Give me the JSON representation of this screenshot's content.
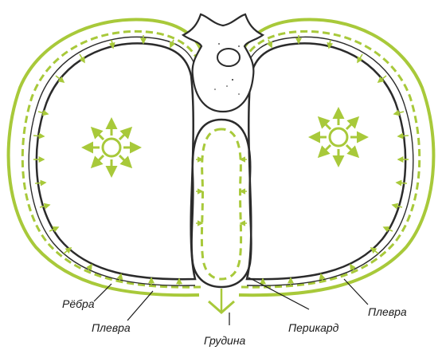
{
  "labels": {
    "ribs": "Рёбра",
    "pleura_left": "Плевра",
    "sternum": "Грудина",
    "pericardium": "Перикард",
    "pleura_right": "Плевра"
  },
  "colors": {
    "accent": "#a8c93a",
    "outline": "#2b2b2b",
    "background": "#ffffff"
  },
  "icons": {
    "pressure_left": "radiating-arrows-icon",
    "pressure_right": "radiating-arrows-icon"
  }
}
